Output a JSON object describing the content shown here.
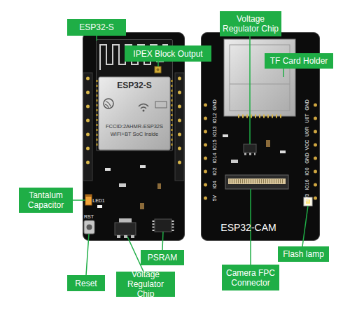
{
  "diagram": {
    "nodes": [
      {
        "text": [
          "ESP32-S"
        ]
      },
      {
        "text": [
          "Voltage Regulator Chip"
        ]
      },
      {
        "text": [
          "IPEX Block Output"
        ]
      },
      {
        "text": [
          "TF Card Holder"
        ]
      },
      {
        "text": [
          "LED1",
          "RST"
        ]
      },
      {
        "text": [
          "ESP32-S",
          "FCCID:2AHMR-ESP32S",
          "WIFI+BT SoC Inside"
        ],
        "in": 4
      },
      {
        "text": [
          "ESP32-CAM"
        ]
      },
      {
        "text": [
          "Tantalum Capacitor"
        ]
      },
      {
        "text": [
          "Flash lamp"
        ]
      },
      {
        "text": [
          "PSRAM"
        ]
      },
      {
        "text": [
          "Camera FPC Connector"
        ]
      },
      {
        "text": [
          "Reset"
        ]
      },
      {
        "text": [
          "Voltage Regulator Chip"
        ]
      }
    ],
    "labels": [
      "GND",
      "IO12",
      "IO13",
      "IO15",
      "IO14",
      "IO2",
      "IO4",
      "5V",
      "GND",
      "U0T",
      "U0R",
      "VCC",
      "GND",
      "IO0",
      "IO16",
      "3V3"
    ]
  }
}
